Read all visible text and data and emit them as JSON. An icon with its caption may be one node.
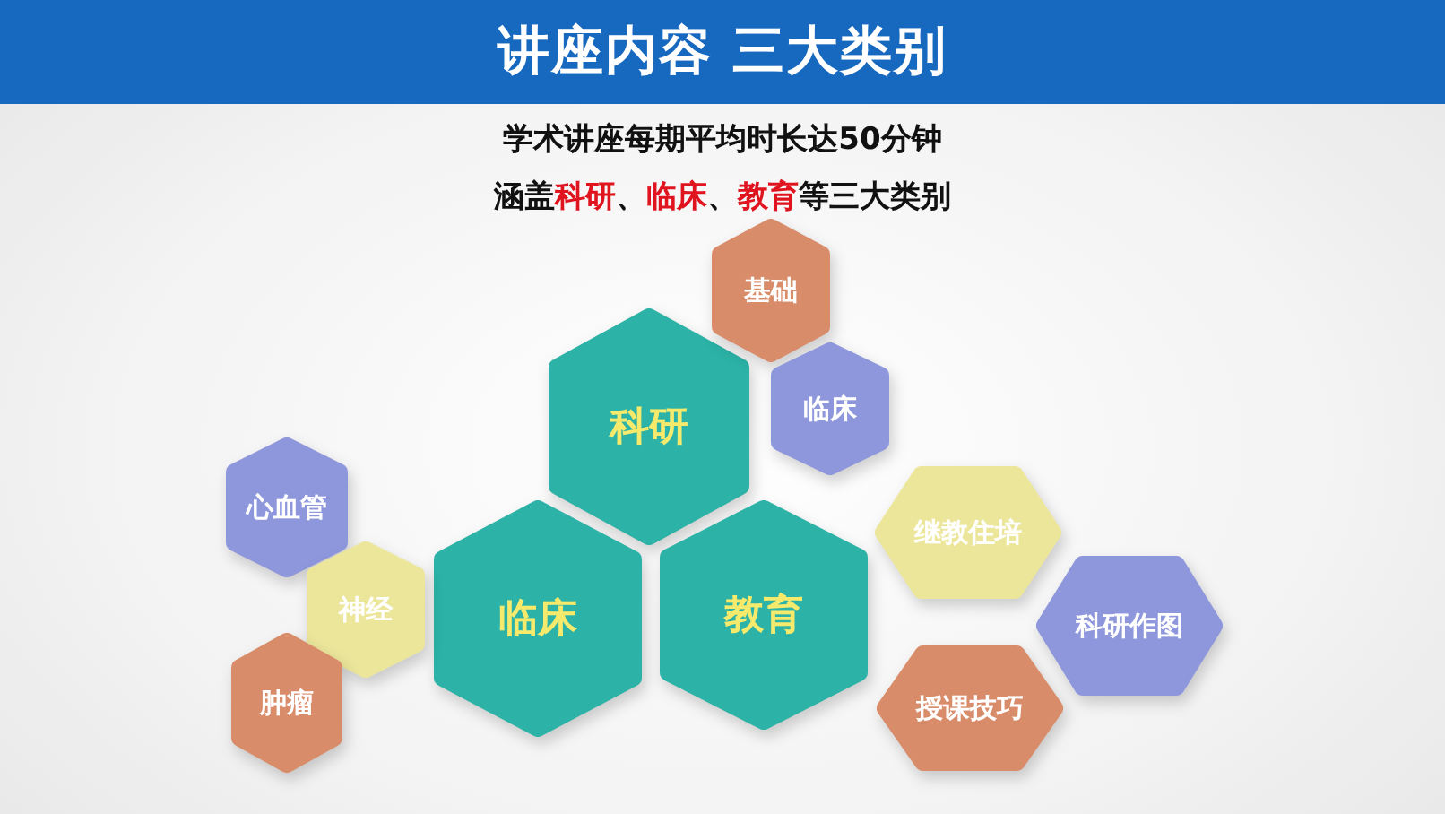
{
  "diagram": {
    "title": "讲座内容 三大类别",
    "nodes": [
      {
        "text": [
          "科研"
        ]
      },
      {
        "text": [
          "临床"
        ]
      },
      {
        "text": [
          "教育"
        ]
      },
      {
        "text": [
          "基础"
        ]
      },
      {
        "text": [
          "临床"
        ]
      },
      {
        "text": [
          "心血管"
        ]
      },
      {
        "text": [
          "神经"
        ]
      },
      {
        "text": [
          "肿瘤"
        ]
      },
      {
        "text": [
          "继教住培"
        ]
      },
      {
        "text": [
          "科研作图"
        ]
      },
      {
        "text": [
          "授课技巧"
        ]
      }
    ],
    "labels": [
      "学术讲座每期平均时长达50分钟",
      "涵盖",
      "科研",
      "、",
      "临床",
      "、",
      "教育",
      "等三大类别"
    ]
  }
}
